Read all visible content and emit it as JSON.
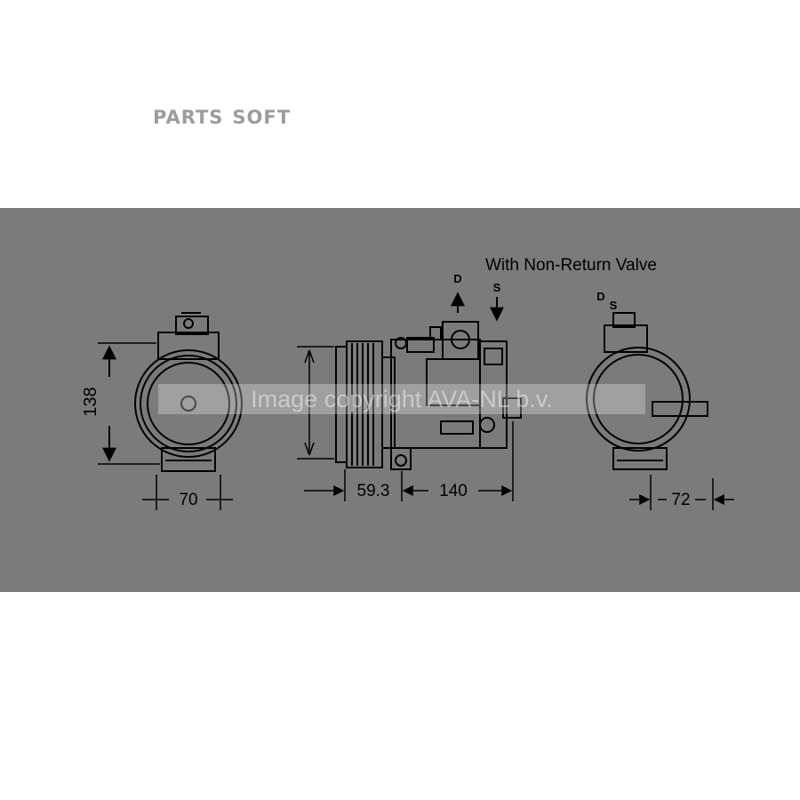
{
  "brand": {
    "word1": "PARTS",
    "word2": "SOFT"
  },
  "diagram": {
    "note": "With Non-Return Valve",
    "port_discharge": "D",
    "port_suction": "S",
    "height_label": "138",
    "front_width_label": "70",
    "pulley_label": "59.3",
    "body_label": "140",
    "rear_width_label": "72",
    "watermark": "Image copyright AVA-NL b.v.",
    "colors": {
      "panel": "#7b7b7b",
      "line": "#000000",
      "brand": "#9c9c9c"
    }
  }
}
